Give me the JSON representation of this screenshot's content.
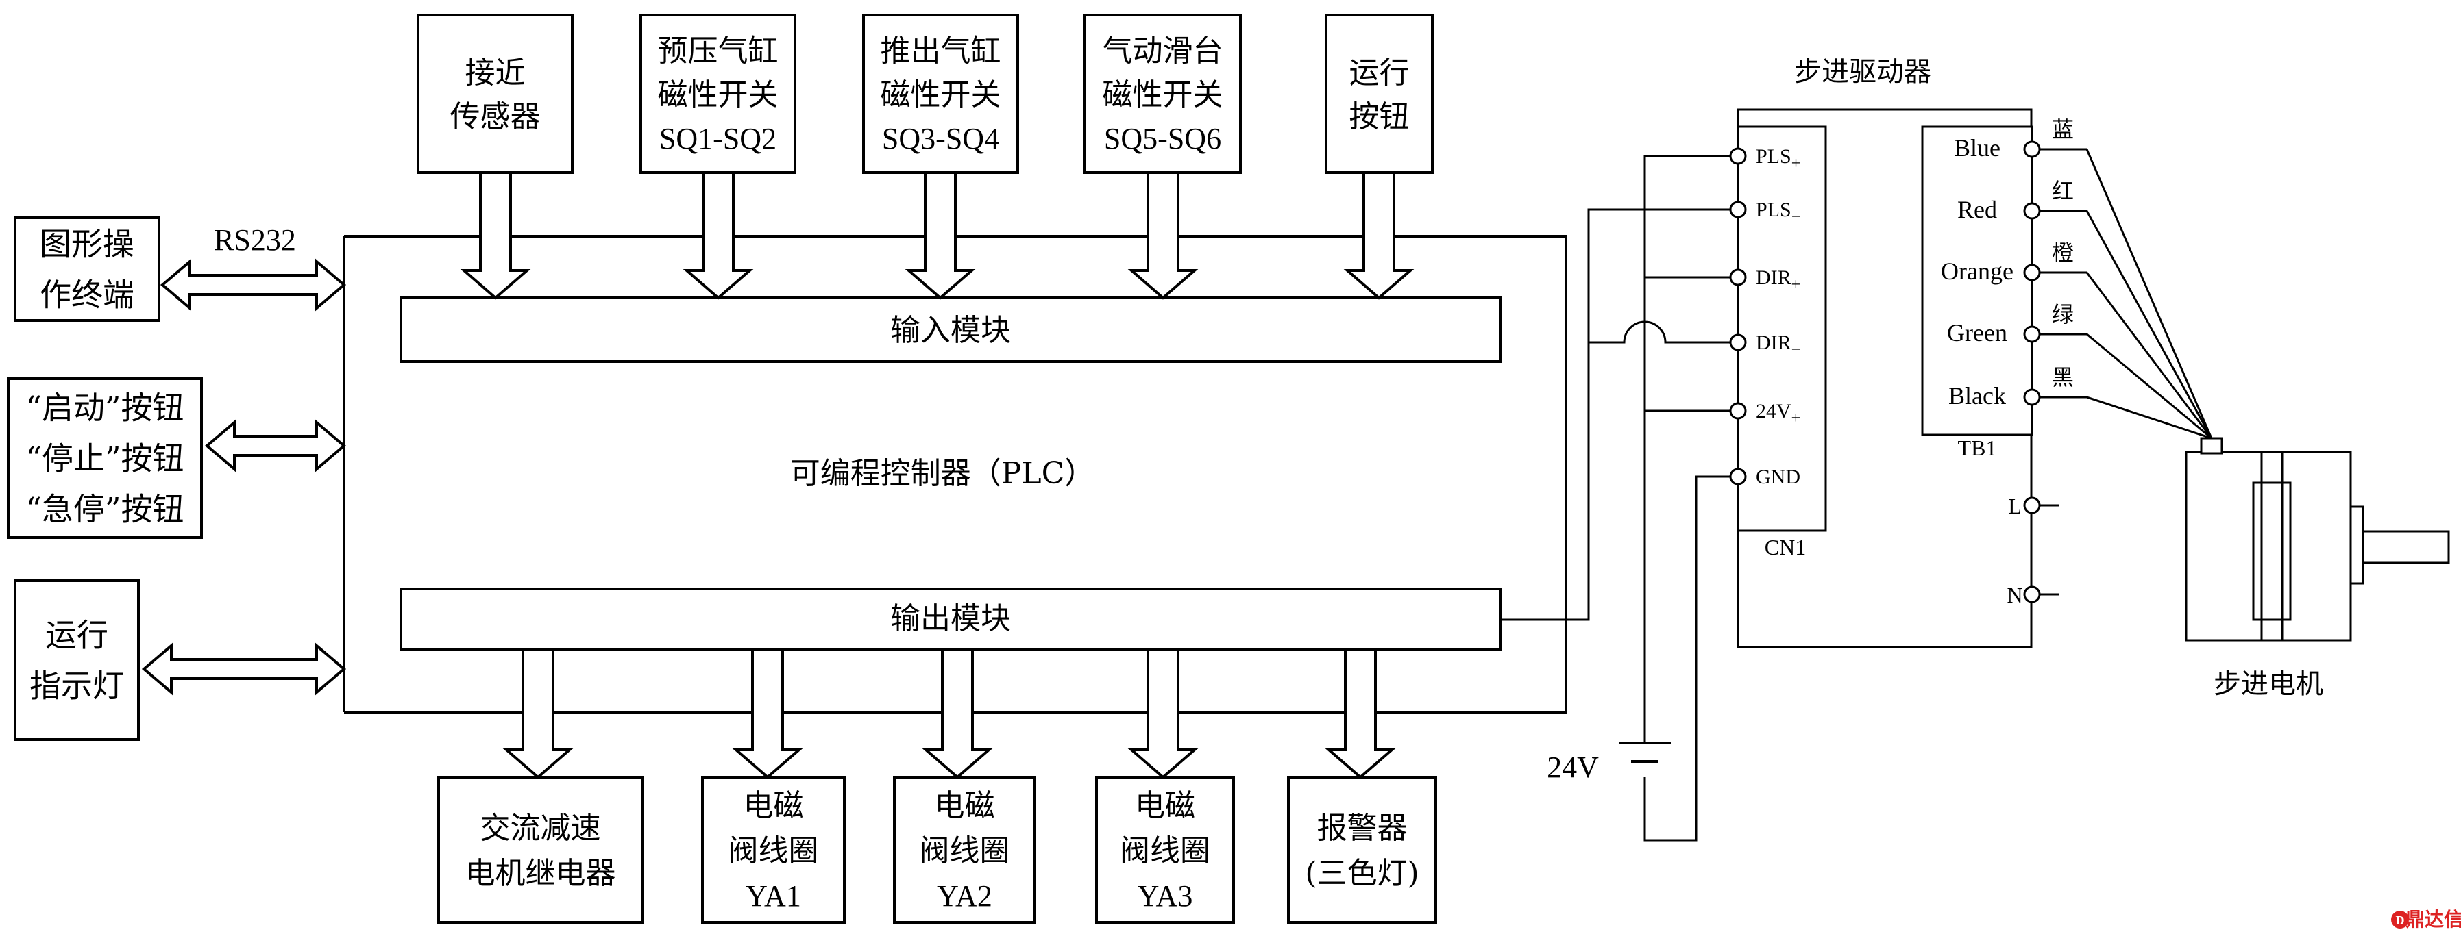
{
  "plc": {
    "label": "可编程控制器（PLC）",
    "input_module": "输入模块",
    "output_module": "输出模块"
  },
  "inputs": [
    {
      "lines": [
        "接近",
        "传感器"
      ]
    },
    {
      "lines": [
        "预压气缸",
        "磁性开关",
        "SQ1-SQ2"
      ]
    },
    {
      "lines": [
        "推出气缸",
        "磁性开关",
        "SQ3-SQ4"
      ]
    },
    {
      "lines": [
        "气动滑台",
        "磁性开关",
        "SQ5-SQ6"
      ]
    },
    {
      "lines": [
        "运行",
        "按钮"
      ]
    }
  ],
  "left_devices": [
    {
      "lines": [
        "图形操",
        "作终端"
      ]
    },
    {
      "lines": [
        "“启动”按钮",
        "“停止”按钮",
        "“急停”按钮"
      ]
    },
    {
      "lines": [
        "运行",
        "指示灯"
      ]
    }
  ],
  "rs232_label": "RS232",
  "outputs": [
    {
      "lines": [
        "交流减速",
        "电机继电器"
      ]
    },
    {
      "lines": [
        "电磁",
        "阀线圈",
        "YA1"
      ]
    },
    {
      "lines": [
        "电磁",
        "阀线圈",
        "YA2"
      ]
    },
    {
      "lines": [
        "电磁",
        "阀线圈",
        "YA3"
      ]
    },
    {
      "lines": [
        "报警器",
        "(三色灯)"
      ]
    }
  ],
  "driver": {
    "title": "步进驱动器",
    "cn1_label": "CN1",
    "tb1_label": "TB1",
    "cn1_pins": [
      {
        "base": "PLS",
        "sub": "+"
      },
      {
        "base": "PLS",
        "sub": "−"
      },
      {
        "base": "DIR",
        "sub": "+"
      },
      {
        "base": "DIR",
        "sub": "−"
      },
      {
        "base": "24V",
        "sub": "+"
      },
      {
        "base": "GND",
        "sub": ""
      }
    ],
    "tb1_wires": [
      {
        "en": "Blue",
        "zh": "蓝"
      },
      {
        "en": "Red",
        "zh": "红"
      },
      {
        "en": "Orange",
        "zh": "橙"
      },
      {
        "en": "Green",
        "zh": "绿"
      },
      {
        "en": "Black",
        "zh": "黑"
      }
    ],
    "power_terminals": [
      "L",
      "N"
    ]
  },
  "supply_label": "24V",
  "motor_label": "步进电机",
  "watermark": "鼎达信"
}
